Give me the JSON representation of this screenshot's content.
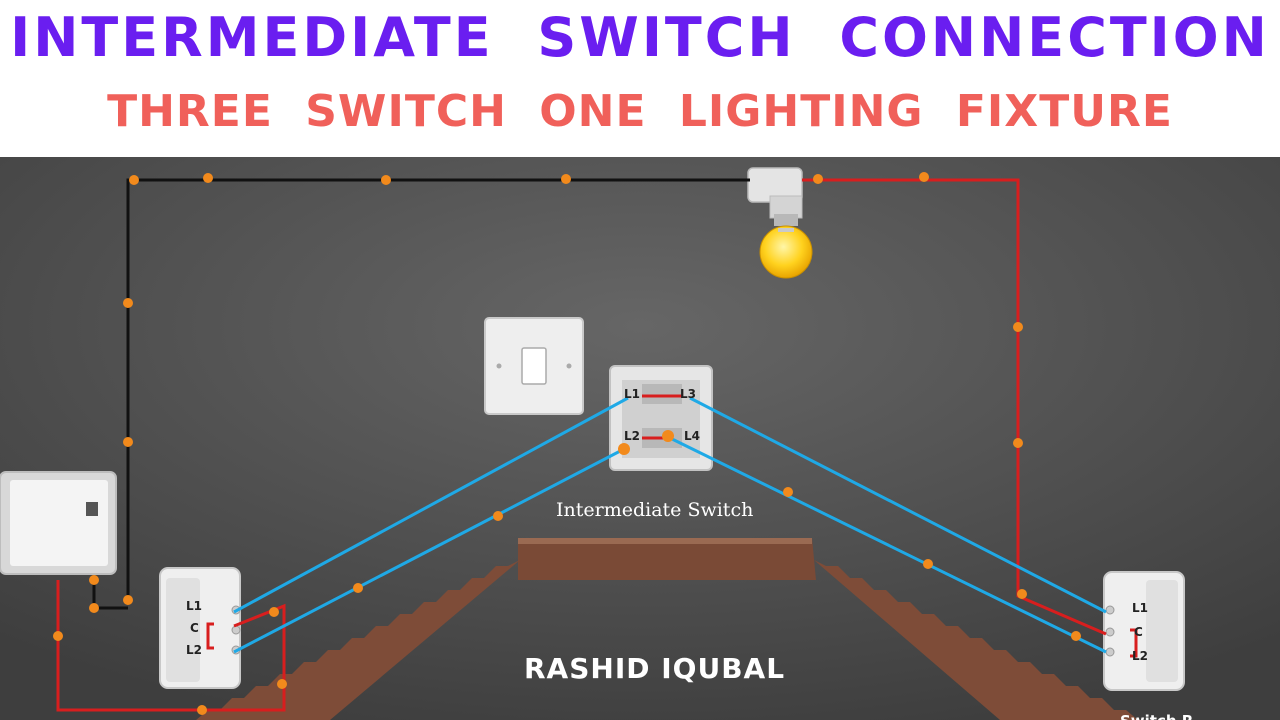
{
  "header": {
    "title": "INTERMEDIATE SWITCH CONNECTION",
    "subtitle": "THREE SWITCH ONE LIGHTING FIXTURE"
  },
  "labels": {
    "intermediate_caption": "Intermediate Switch",
    "author": "RASHID IQUBAL",
    "partial_right": "Switch R",
    "terminal_l1": "L1",
    "terminal_l2": "L2",
    "terminal_l3": "L3",
    "terminal_l4": "L4",
    "terminal_c": "C"
  },
  "colors": {
    "title": "#6a1ef0",
    "subtitle": "#f0605a",
    "background": "#555555",
    "phase_wire": "#d81e1e",
    "neutral_wire": "#111111",
    "traveler_wire": "#1fa9e6",
    "junction_dot": "#f28a1c",
    "stair": "#8a5540"
  }
}
